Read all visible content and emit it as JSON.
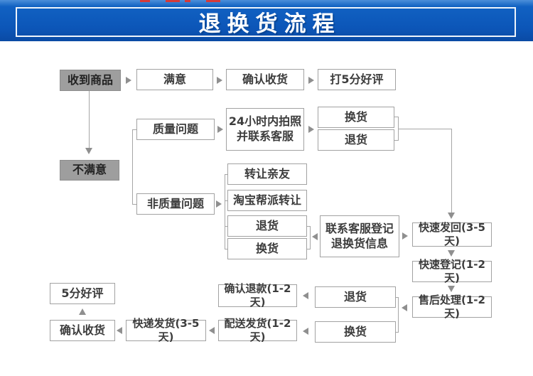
{
  "header": {
    "title": "退换货流程"
  },
  "colors": {
    "banner_blue": "#0c56b8",
    "banner_border": "#eef4fb",
    "title_text": "#ffffff",
    "box_border": "#a2a2a2",
    "gray_node_fill": "#9e9e9e",
    "arrow_gray": "#8f8f8f",
    "crop_mark_red": "#d43a3a"
  },
  "nodes": {
    "received": "收到商品",
    "satisfied": "满意",
    "confirm_receipt_top": "确认收货",
    "five_star_top": "打5分好评",
    "unsatisfied": "不满意",
    "quality_issue": "质量问题",
    "photo_24h": "24小时内拍照\n并联系客服",
    "exchange_quality": "换货",
    "return_quality": "退货",
    "non_quality_issue": "非质量问题",
    "transfer_friends": "转让亲友",
    "taobao_transfer": "淘宝帮派转让",
    "return_non_quality": "退货",
    "exchange_non_quality": "换货",
    "contact_service": "联系客服登记\n退换货信息",
    "fast_send_back": "快速发回(3-5天)",
    "fast_register": "快速登记(1-2天)",
    "after_sale": "售后处理(1-2天)",
    "return_bottom": "退货",
    "confirm_refund": "确认退款(1-2天)",
    "exchange_bottom": "换货",
    "delivery_ship": "配送发货(1-2天)",
    "express_ship": "快递发货(3-5天)",
    "confirm_receipt_bottom": "确认收货",
    "five_star_bottom": "5分好评"
  }
}
